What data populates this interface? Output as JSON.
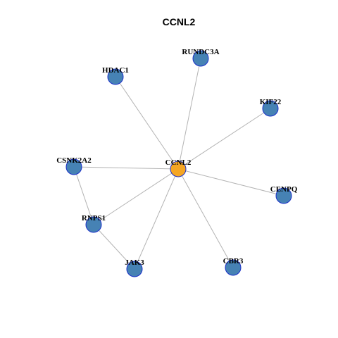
{
  "title": "CCNL2",
  "colors": {
    "hub_fill": "#f5a623",
    "node_fill": "#4682b4",
    "node_stroke": "#1a2fc9",
    "edge": "#b3b3b3",
    "background": "#ffffff"
  },
  "nodes": [
    {
      "id": "CCNL2",
      "label": "CCNL2",
      "hub": true
    },
    {
      "id": "RUNDC3A",
      "label": "RUNDC3A"
    },
    {
      "id": "HDAC1",
      "label": "HDAC1"
    },
    {
      "id": "KIF22",
      "label": "KIF22"
    },
    {
      "id": "CSNK2A2",
      "label": "CSNK2A2"
    },
    {
      "id": "CENPQ",
      "label": "CENPQ"
    },
    {
      "id": "RNPS1",
      "label": "RNPS1"
    },
    {
      "id": "JAK3",
      "label": "JAK3"
    },
    {
      "id": "CBR3",
      "label": "CBR3"
    }
  ],
  "edges": [
    [
      "CCNL2",
      "RUNDC3A"
    ],
    [
      "CCNL2",
      "HDAC1"
    ],
    [
      "CCNL2",
      "KIF22"
    ],
    [
      "CCNL2",
      "CSNK2A2"
    ],
    [
      "CCNL2",
      "CENPQ"
    ],
    [
      "CCNL2",
      "RNPS1"
    ],
    [
      "CCNL2",
      "JAK3"
    ],
    [
      "CCNL2",
      "CBR3"
    ],
    [
      "CSNK2A2",
      "RNPS1"
    ],
    [
      "RNPS1",
      "JAK3"
    ]
  ]
}
